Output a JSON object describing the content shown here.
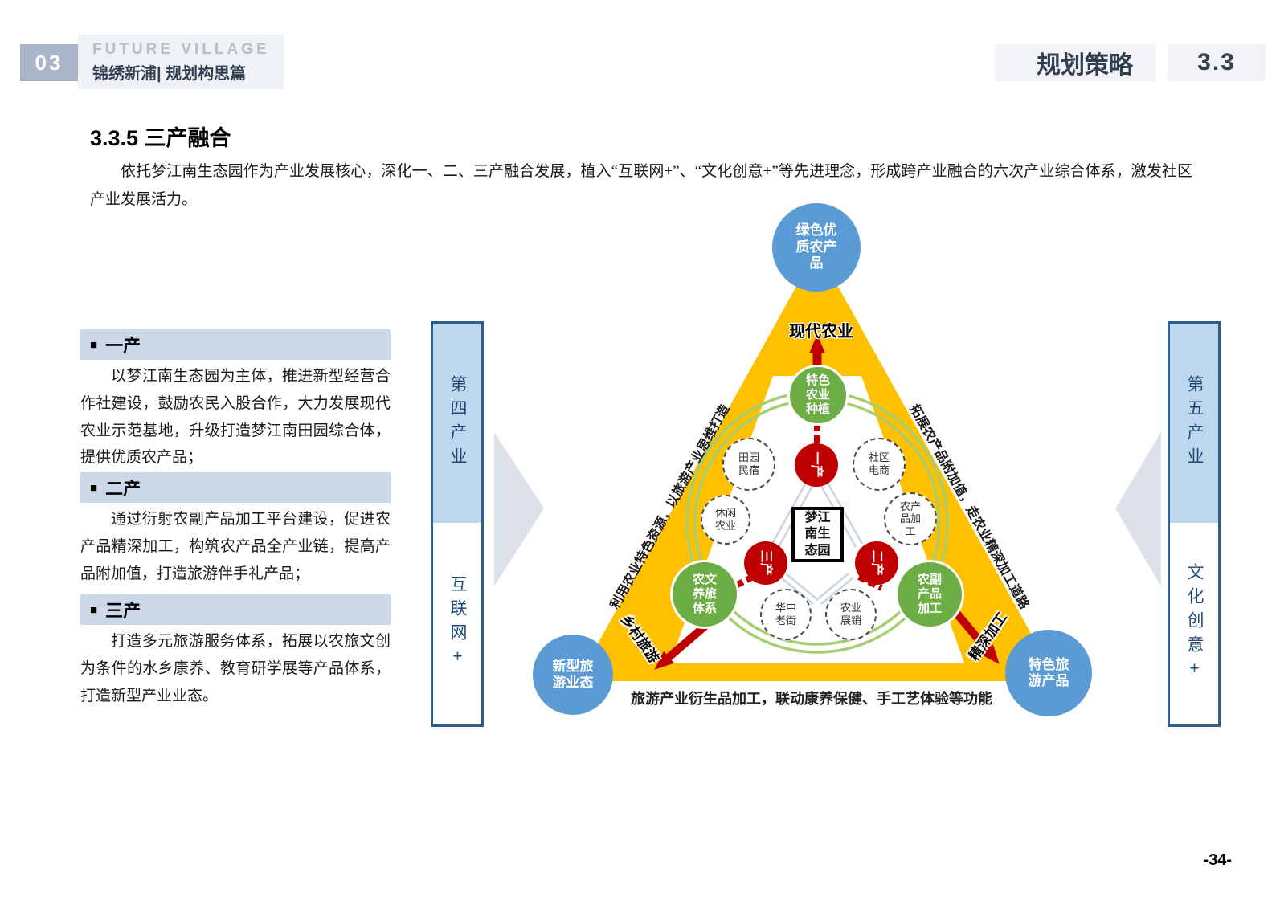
{
  "header": {
    "chapter_number": "03",
    "brand": "FUTURE VILLAGE",
    "doc_title": "锦绣新浦| 规划构思篇",
    "section_name": "规划策略",
    "section_number": "3.3"
  },
  "content": {
    "heading": "3.3.5 三产融合",
    "intro": "依托梦江南生态园作为产业发展核心，深化一、二、三产融合发展，植入“互联网+”、“文化创意+”等先进理念，形成跨产业融合的六次产业综合体系，激发社区产业发展活力。",
    "sections": [
      {
        "bullet": "■",
        "title": "一产",
        "body": "以梦江南生态园为主体，推进新型经营合作社建设，鼓励农民入股合作，大力发展现代农业示范基地，升级打造梦江南田园综合体，提供优质农产品；"
      },
      {
        "bullet": "■",
        "title": "二产",
        "body": "通过衍射农副产品加工平台建设，促进农产品精深加工，构筑农产品全产业链，提高产品附加值，打造旅游伴手礼产品；"
      },
      {
        "bullet": "■",
        "title": "三产",
        "body": "打造多元旅游服务体系，拓展以农旅文创为条件的水乡康养、教育研学展等产品体系，打造新型产业业态。"
      }
    ]
  },
  "pillars": {
    "left": {
      "top": "第四产业",
      "bottom": "互联网+"
    },
    "right": {
      "top": "第五产业",
      "bottom": "文化创意+"
    }
  },
  "diagram": {
    "top_circle": "绿色优质农产品",
    "bottom_left_circle": "新型旅游业态",
    "bottom_right_circle": "特色旅游产品",
    "apex_label": "现代农业",
    "left_edge_note": "利用农业特色资源，以旅游产业思维打造",
    "right_edge_note": "拓展农产品附加值，走农业精深加工道路",
    "left_corner_note": "乡村旅游",
    "right_corner_note": "精深加工",
    "center_box": "梦江南生态园",
    "green_top": "特色农业种植",
    "green_left": "农文养旅体系",
    "green_right": "农副产品加工",
    "red_top": "一产",
    "red_left": "三产",
    "red_right": "二产",
    "dashed": [
      "田园民宿",
      "社区电商",
      "休闲农业",
      "农产品加工",
      "华中老街",
      "农业展销"
    ],
    "caption": "旅游产业衍生品加工，联动康养保健、手工艺体验等功能"
  },
  "colors": {
    "triangle_yellow": "#FFC000",
    "circle_blue": "#5B9BD5",
    "node_green": "#6CAD45",
    "node_red": "#C00000",
    "ring_green": "#A6CD70",
    "pillar_fill": "#BDD7EE",
    "pillar_border": "#2F5D8C",
    "section_header_bg": "#CBD8EA"
  },
  "footer": {
    "page_number": "-34-"
  }
}
